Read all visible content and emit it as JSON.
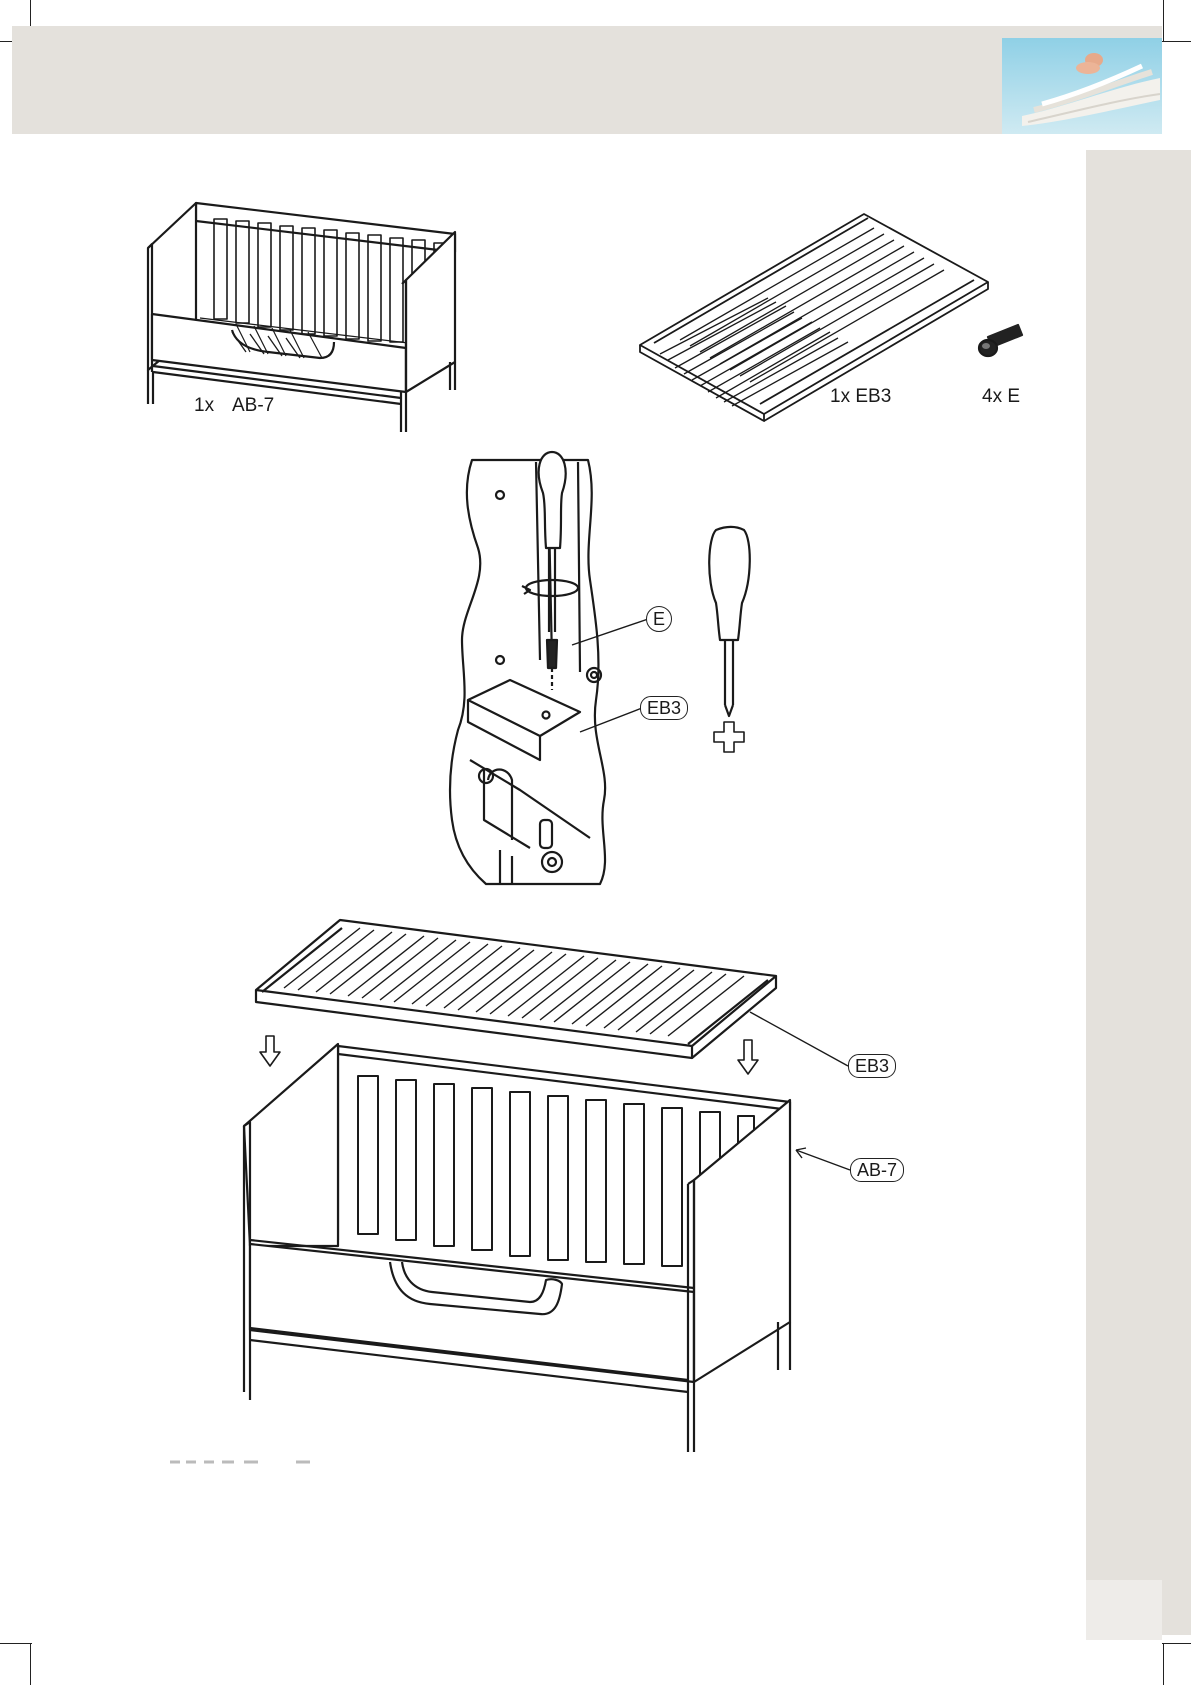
{
  "parts": {
    "crib_qty": "1x",
    "crib_code": "AB-7",
    "base_label": "1x EB3",
    "screw_label": "4x E"
  },
  "callouts": {
    "screw": "E",
    "base_detail": "EB3",
    "base_main": "EB3",
    "crib_main": "AB-7"
  },
  "icons": [
    "phillips-screwdriver-icon",
    "phillips-cross-icon",
    "down-arrow-icon",
    "screw-icon"
  ]
}
